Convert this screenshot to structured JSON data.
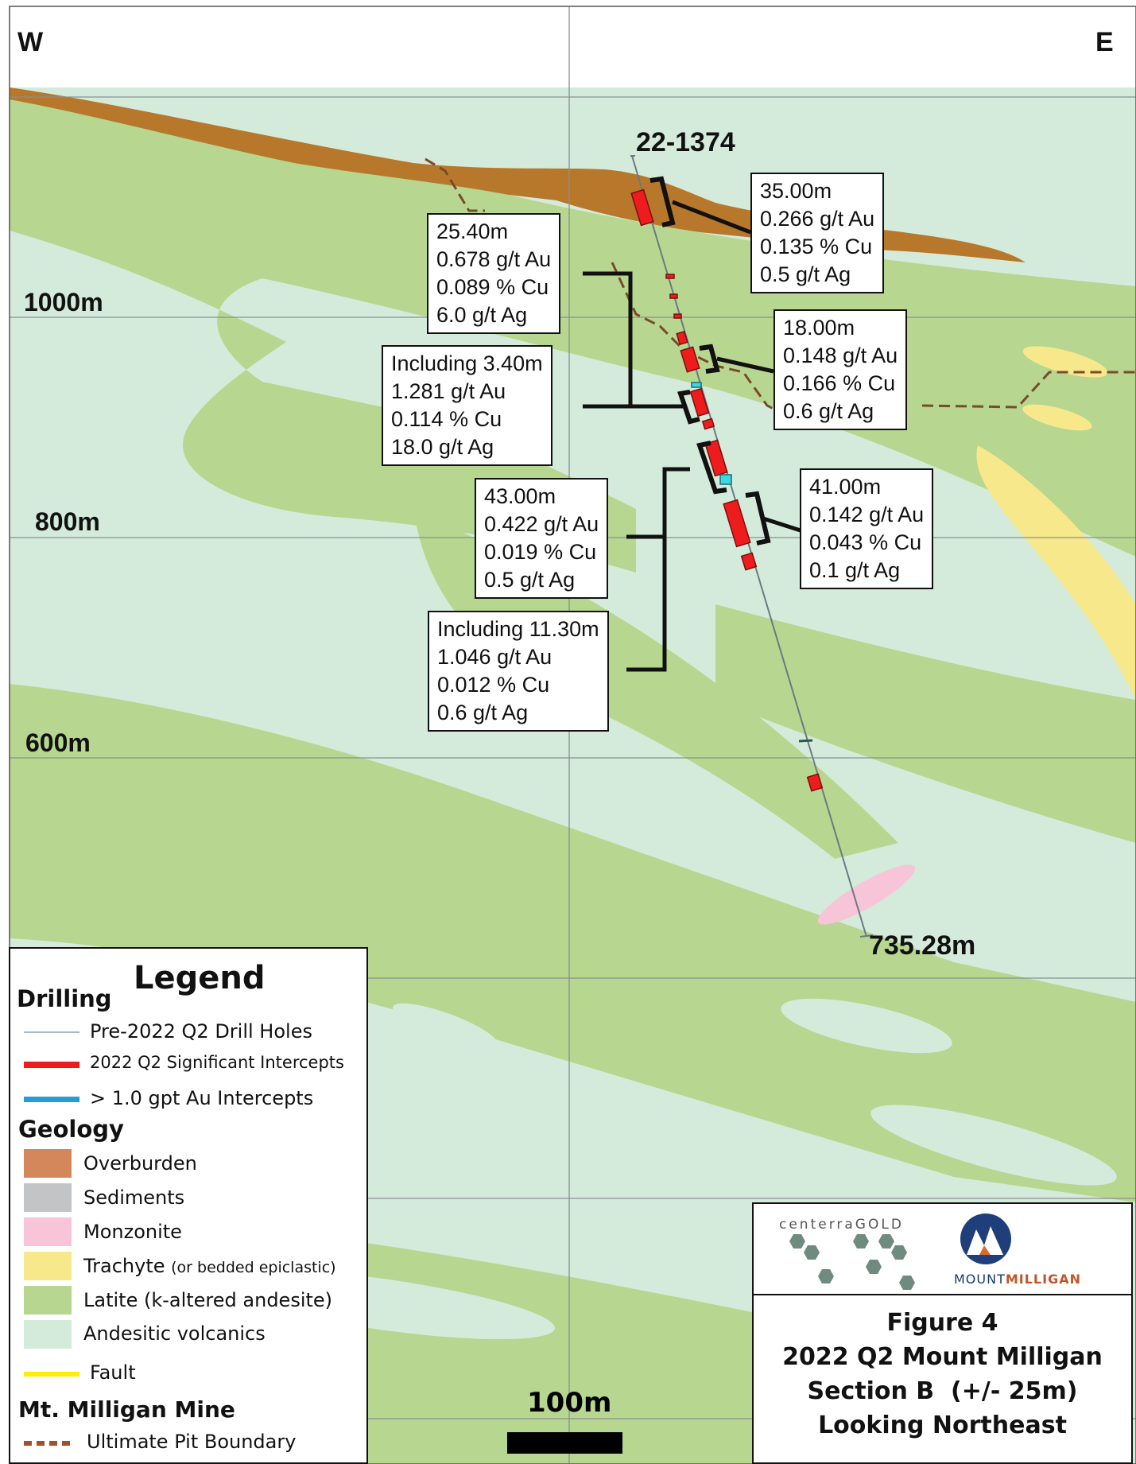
{
  "orientation": {
    "west": "W",
    "east": "E"
  },
  "elevations": [
    "1000m",
    "800m",
    "600m"
  ],
  "drill_hole": {
    "id": "22-1374",
    "end_depth": "735.28m"
  },
  "intercepts": [
    {
      "lines": [
        "35.00m",
        "0.266 g/t Au",
        "0.135 % Cu",
        "0.5 g/t Ag"
      ]
    },
    {
      "lines": [
        "25.40m",
        "0.678 g/t Au",
        "0.089 % Cu",
        "6.0 g/t Ag"
      ]
    },
    {
      "lines": [
        "18.00m",
        "0.148 g/t Au",
        "0.166 % Cu",
        "0.6 g/t Ag"
      ]
    },
    {
      "lines": [
        "Including 3.40m",
        "1.281 g/t Au",
        "0.114 % Cu",
        "18.0 g/t Ag"
      ]
    },
    {
      "lines": [
        "43.00m",
        "0.422 g/t Au",
        "0.019 % Cu",
        "0.5 g/t Ag"
      ]
    },
    {
      "lines": [
        "41.00m",
        "0.142 g/t Au",
        "0.043 % Cu",
        "0.1 g/t Ag"
      ]
    },
    {
      "lines": [
        "Including 11.30m",
        "1.046 g/t Au",
        "0.012 % Cu",
        "0.6 g/t Ag"
      ]
    }
  ],
  "legend": {
    "title": "Legend",
    "drilling_heading": "Drilling",
    "drilling": [
      {
        "label": "Pre-2022 Q2 Drill Holes",
        "color": "#a9b9c3"
      },
      {
        "label": "2022 Q2 Significant Intercepts",
        "color": "#ee1c1c"
      },
      {
        "label": "> 1.0 gpt Au Intercepts",
        "color": "#2b9bd6"
      }
    ],
    "geology_heading": "Geology",
    "geology": [
      {
        "label": "Overburden",
        "note": "",
        "color": "#d4875a"
      },
      {
        "label": "Sediments",
        "note": "",
        "color": "#c3c4c6"
      },
      {
        "label": "Monzonite",
        "note": "",
        "color": "#f7c4d8"
      },
      {
        "label": "Trachyte",
        "note": "(or bedded epiclastic)",
        "color": "#f7e98b"
      },
      {
        "label": "Latite (k-altered andesite)",
        "note": "",
        "color": "#b7d68f"
      },
      {
        "label": "Andesitic volcanics",
        "note": "",
        "color": "#d4ebdb"
      },
      {
        "label": "Fault",
        "note": "",
        "color": "#ffee00"
      }
    ],
    "mine_heading": "Mt. Milligan Mine",
    "mine": [
      {
        "label": "Ultimate Pit Boundary",
        "color": "#a0522d"
      }
    ]
  },
  "logos": {
    "centerra": "centerraGOLD",
    "mount_a": "MOUNT",
    "mount_b": "MILLIGAN"
  },
  "figure": {
    "number": "Figure 4",
    "title": "2022 Q2 Mount Milligan",
    "section": "Section B  (+/- 25m)",
    "view": "Looking Northeast"
  },
  "scale": {
    "label": "100m"
  },
  "colors": {
    "andesite": "#d4ebdb",
    "latite": "#b7d68f",
    "overburden": "#b8782b",
    "trachyte": "#f7e98b",
    "monzonite": "#f7c4d8",
    "pit_boundary": "#7a4a2a",
    "intercept": "#ee1c1c",
    "high_grade": "#3fd6e0"
  }
}
